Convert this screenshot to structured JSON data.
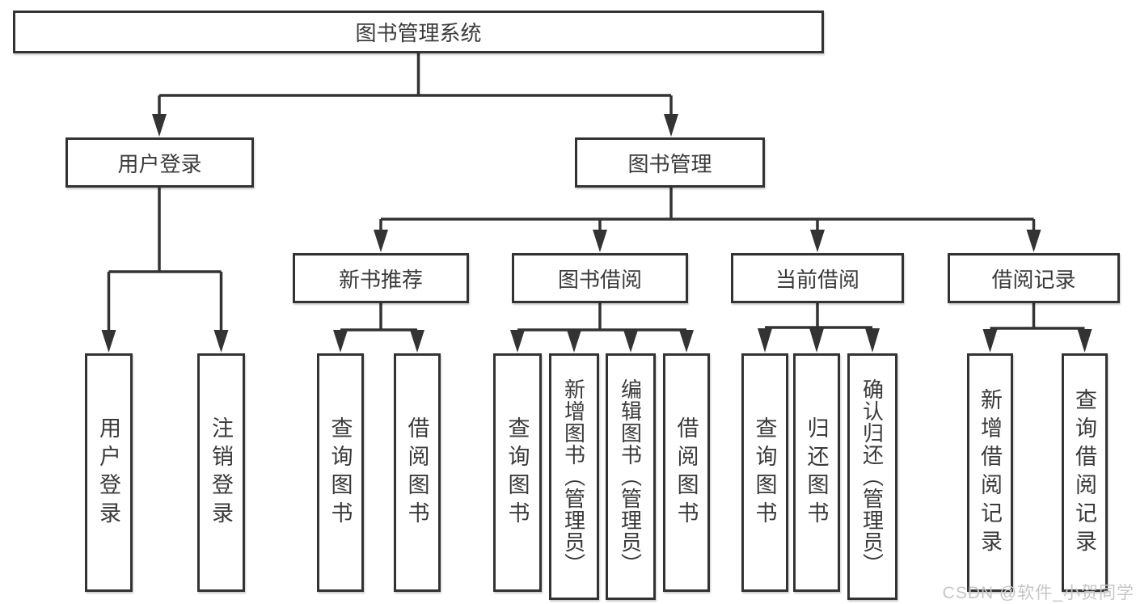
{
  "tree": {
    "root": {
      "label": "图书管理系统",
      "children": [
        {
          "label": "用户登录",
          "children": [
            {
              "label": "用户登录"
            },
            {
              "label": "注销登录"
            }
          ]
        },
        {
          "label": "图书管理",
          "children": [
            {
              "label": "新书推荐",
              "children": [
                {
                  "label": "查询图书"
                },
                {
                  "label": "借阅图书"
                }
              ]
            },
            {
              "label": "图书借阅",
              "children": [
                {
                  "label": "查询图书"
                },
                {
                  "label": "新增图书（管理员）"
                },
                {
                  "label": "编辑图书（管理员）"
                },
                {
                  "label": "借阅图书"
                }
              ]
            },
            {
              "label": "当前借阅",
              "children": [
                {
                  "label": "查询图书"
                },
                {
                  "label": "归还图书"
                },
                {
                  "label": "确认归还（管理员）"
                }
              ]
            },
            {
              "label": "借阅记录",
              "children": [
                {
                  "label": "新增借阅记录"
                },
                {
                  "label": "查询借阅记录"
                }
              ]
            }
          ]
        }
      ]
    }
  },
  "watermark": {
    "text": "CSDN @软件_小贺同学"
  },
  "colors": {
    "line": "#333333",
    "text": "#3a3a3a",
    "background": "#ffffff",
    "watermark": "#c6c6c6"
  }
}
